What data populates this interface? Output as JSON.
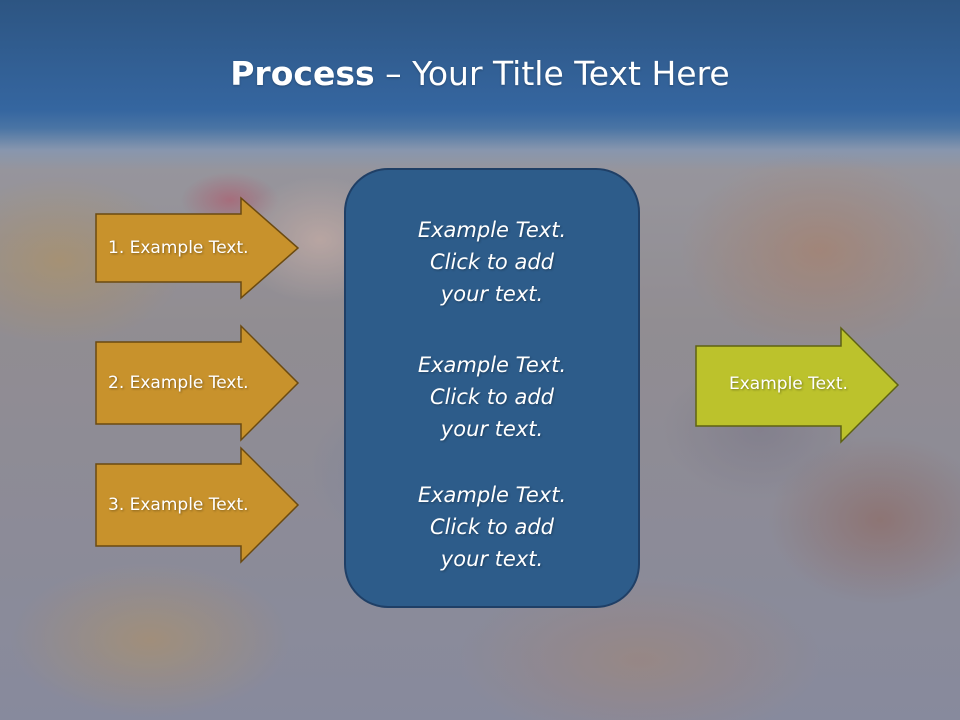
{
  "title": {
    "bold": "Process",
    "rest": " – Your Title Text Here"
  },
  "left_arrows": [
    {
      "label": "1. Example Text."
    },
    {
      "label": "2. Example Text."
    },
    {
      "label": "3. Example Text."
    }
  ],
  "center_box": {
    "items": [
      {
        "line1": "Example Text.",
        "line2": "Click  to add",
        "line3": "your text."
      },
      {
        "line1": "Example Text.",
        "line2": "Click  to add",
        "line3": "your text."
      },
      {
        "line1": "Example Text.",
        "line2": "Click  to add",
        "line3": "your text."
      }
    ]
  },
  "right_arrow": {
    "label": "Example Text."
  },
  "colors": {
    "title_band": "#3566a0",
    "left_arrow_fill": "#c8922c",
    "left_arrow_border": "#6b4a10",
    "right_arrow_fill": "#bcc22c",
    "right_arrow_border": "#5e6212",
    "center_box_fill": "#2d5c8a"
  }
}
